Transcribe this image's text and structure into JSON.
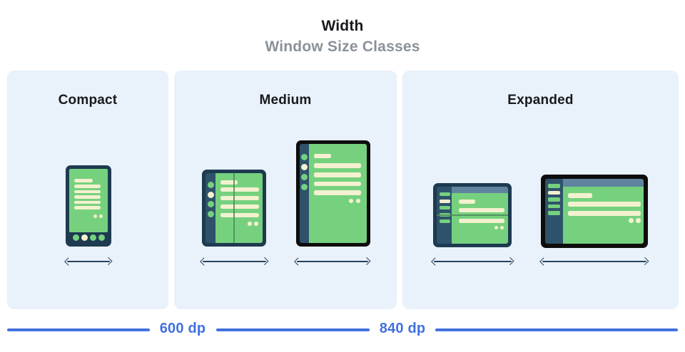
{
  "header": {
    "title": "Width",
    "subtitle": "Window Size Classes"
  },
  "panels": [
    {
      "label": "Compact"
    },
    {
      "label": "Medium"
    },
    {
      "label": "Expanded"
    }
  ],
  "axis": {
    "breakpoint_1": "600 dp",
    "breakpoint_2": "840 dp"
  },
  "devices": [
    "phone-portrait",
    "foldable-portrait",
    "tablet-portrait",
    "foldable-landscape",
    "tablet-landscape"
  ],
  "colors": {
    "panel_bg": "#e9f1fb",
    "frame_navy": "#1d3a50",
    "frame_black": "#0d0d0d",
    "rail_navy": "#2e526b",
    "screen_green": "#76d17f",
    "line_cream": "#f3f1cf",
    "appbar_blue": "#60849f",
    "fold_green": "#4f8a5e",
    "arrow_navy": "#27425b",
    "axis_blue": "#4170df",
    "title_color": "#17191c",
    "subtitle_color": "#8a9199"
  }
}
